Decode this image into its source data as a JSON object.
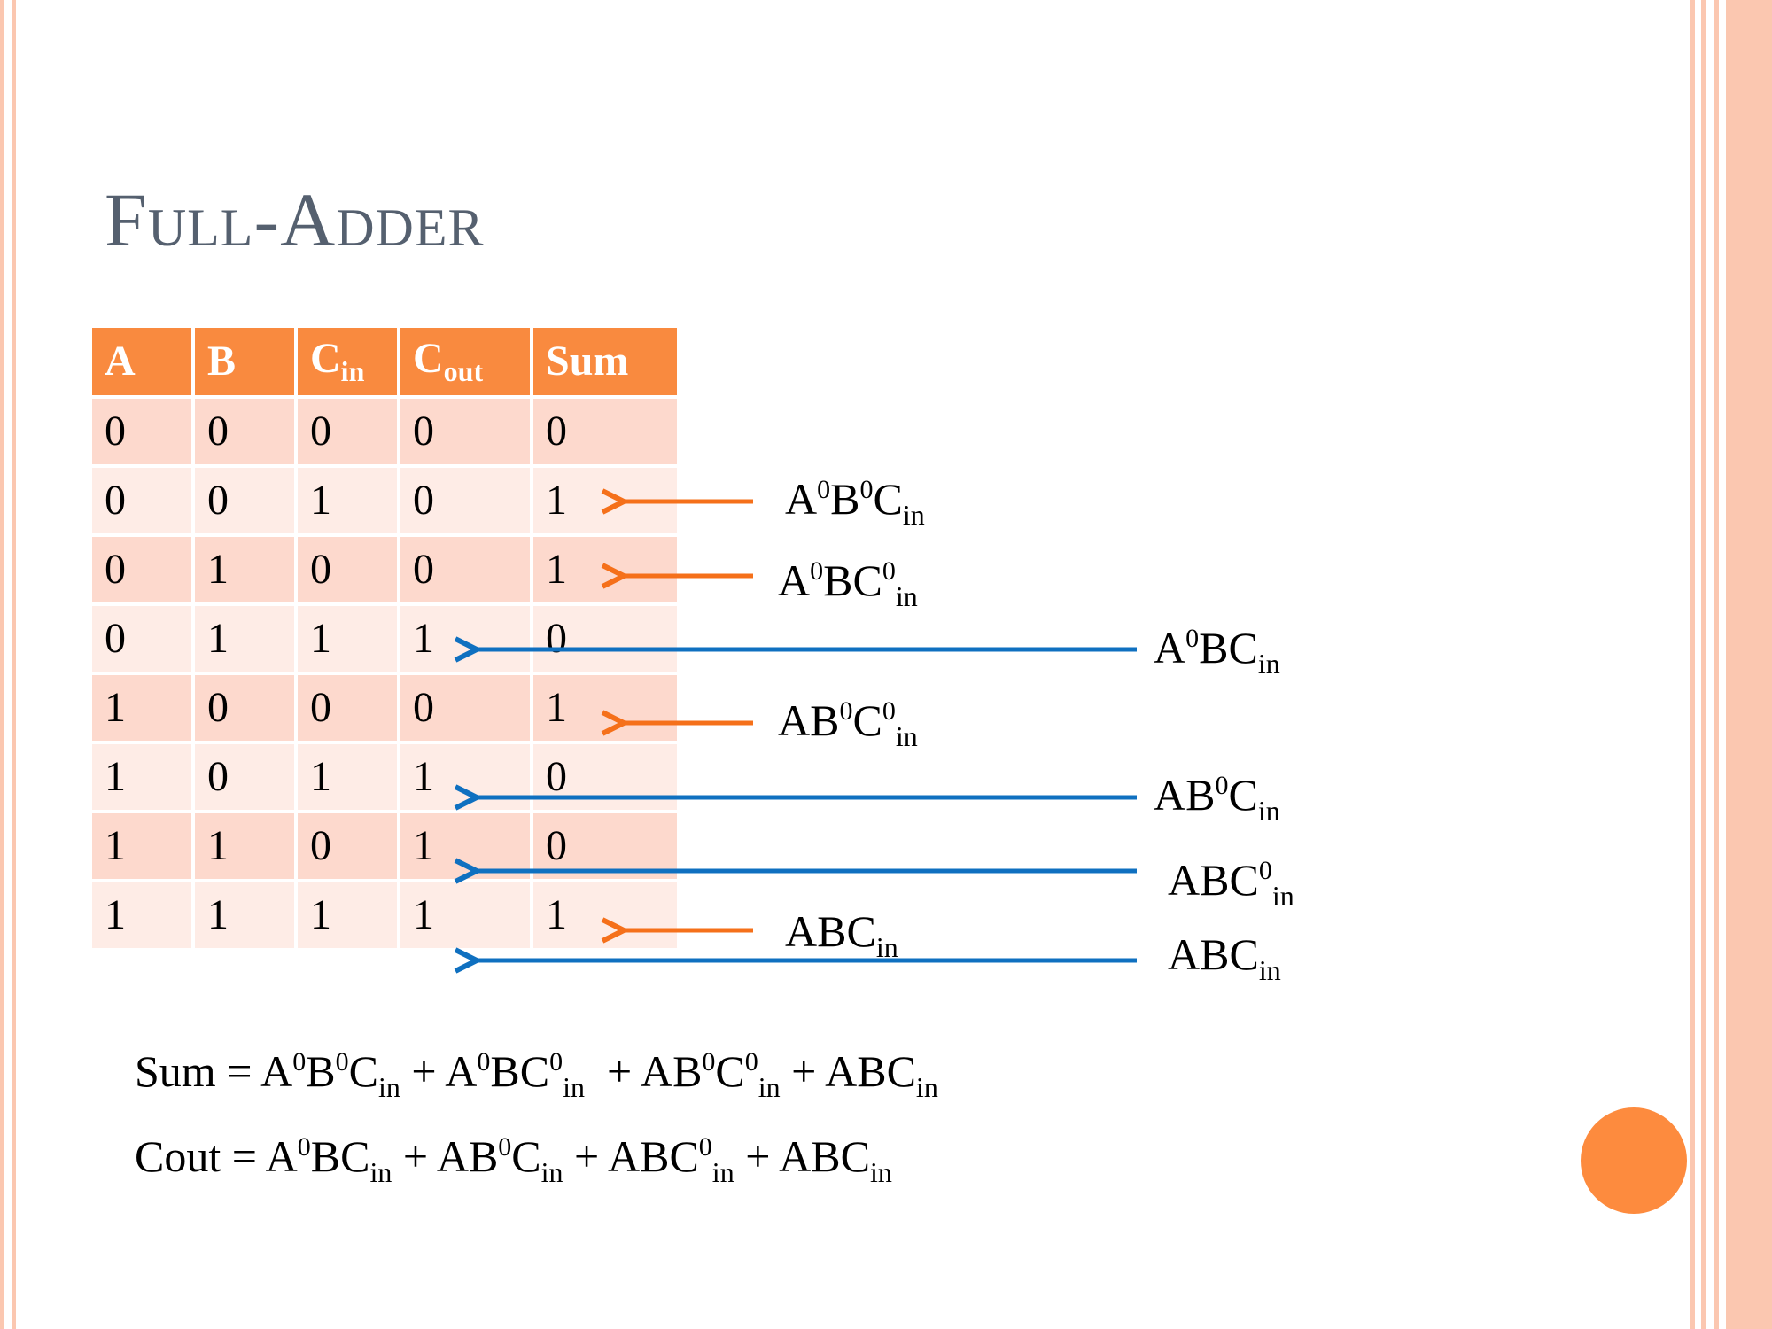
{
  "title": "Full-Adder",
  "table": {
    "headers": [
      {
        "main": "A",
        "sub": ""
      },
      {
        "main": "B",
        "sub": ""
      },
      {
        "main": "C",
        "sub": "in"
      },
      {
        "main": "C",
        "sub": "out"
      },
      {
        "main": "Sum",
        "sub": ""
      }
    ],
    "rows": [
      [
        "0",
        "0",
        "0",
        "0",
        "0"
      ],
      [
        "0",
        "0",
        "1",
        "0",
        "1"
      ],
      [
        "0",
        "1",
        "0",
        "0",
        "1"
      ],
      [
        "0",
        "1",
        "1",
        "1",
        "0"
      ],
      [
        "1",
        "0",
        "0",
        "0",
        "1"
      ],
      [
        "1",
        "0",
        "1",
        "1",
        "0"
      ],
      [
        "1",
        "1",
        "0",
        "1",
        "0"
      ],
      [
        "1",
        "1",
        "1",
        "1",
        "1"
      ]
    ]
  },
  "terms": {
    "t1": "A<sup>0</sup>B<sup>0</sup>C<sub>in</sub>",
    "t2": "A<sup>0</sup>BC<sup>0</sup><sub>in</sub>",
    "t3": "A<sup>0</sup>BC<sub>in</sub>",
    "t4": "AB<sup>0</sup>C<sup>0</sup><sub>in</sub>",
    "t5": "AB<sup>0</sup>C<sub>in</sub>",
    "t6": "ABC<sup>0</sup><sub>in</sub>",
    "t7": "ABC<sub>in</sub>",
    "t8": "ABC<sub>in</sub>"
  },
  "equations": {
    "sum": "Sum = A<sup>0</sup>B<sup>0</sup>C<sub>in</sub> + A<sup>0</sup>BC<sup>0</sup><sub>in</sub>&nbsp; + AB<sup>0</sup>C<sup>0</sup><sub>in</sub> + ABC<sub>in</sub>",
    "cout": "Cout = A<sup>0</sup>BC<sub>in</sub> + AB<sup>0</sup>C<sub>in</sub> + ABC<sup>0</sup><sub>in</sub> + ABC<sub>in</sub>"
  },
  "colors": {
    "header": "#f98a3f",
    "row_odd": "#fdd9cd",
    "row_even": "#feece6",
    "arrow_orange": "#f5701a",
    "arrow_blue": "#0f70c0",
    "border_frame": "#fbc7b0",
    "title": "#55606f",
    "dot": "#fd8b3e"
  }
}
